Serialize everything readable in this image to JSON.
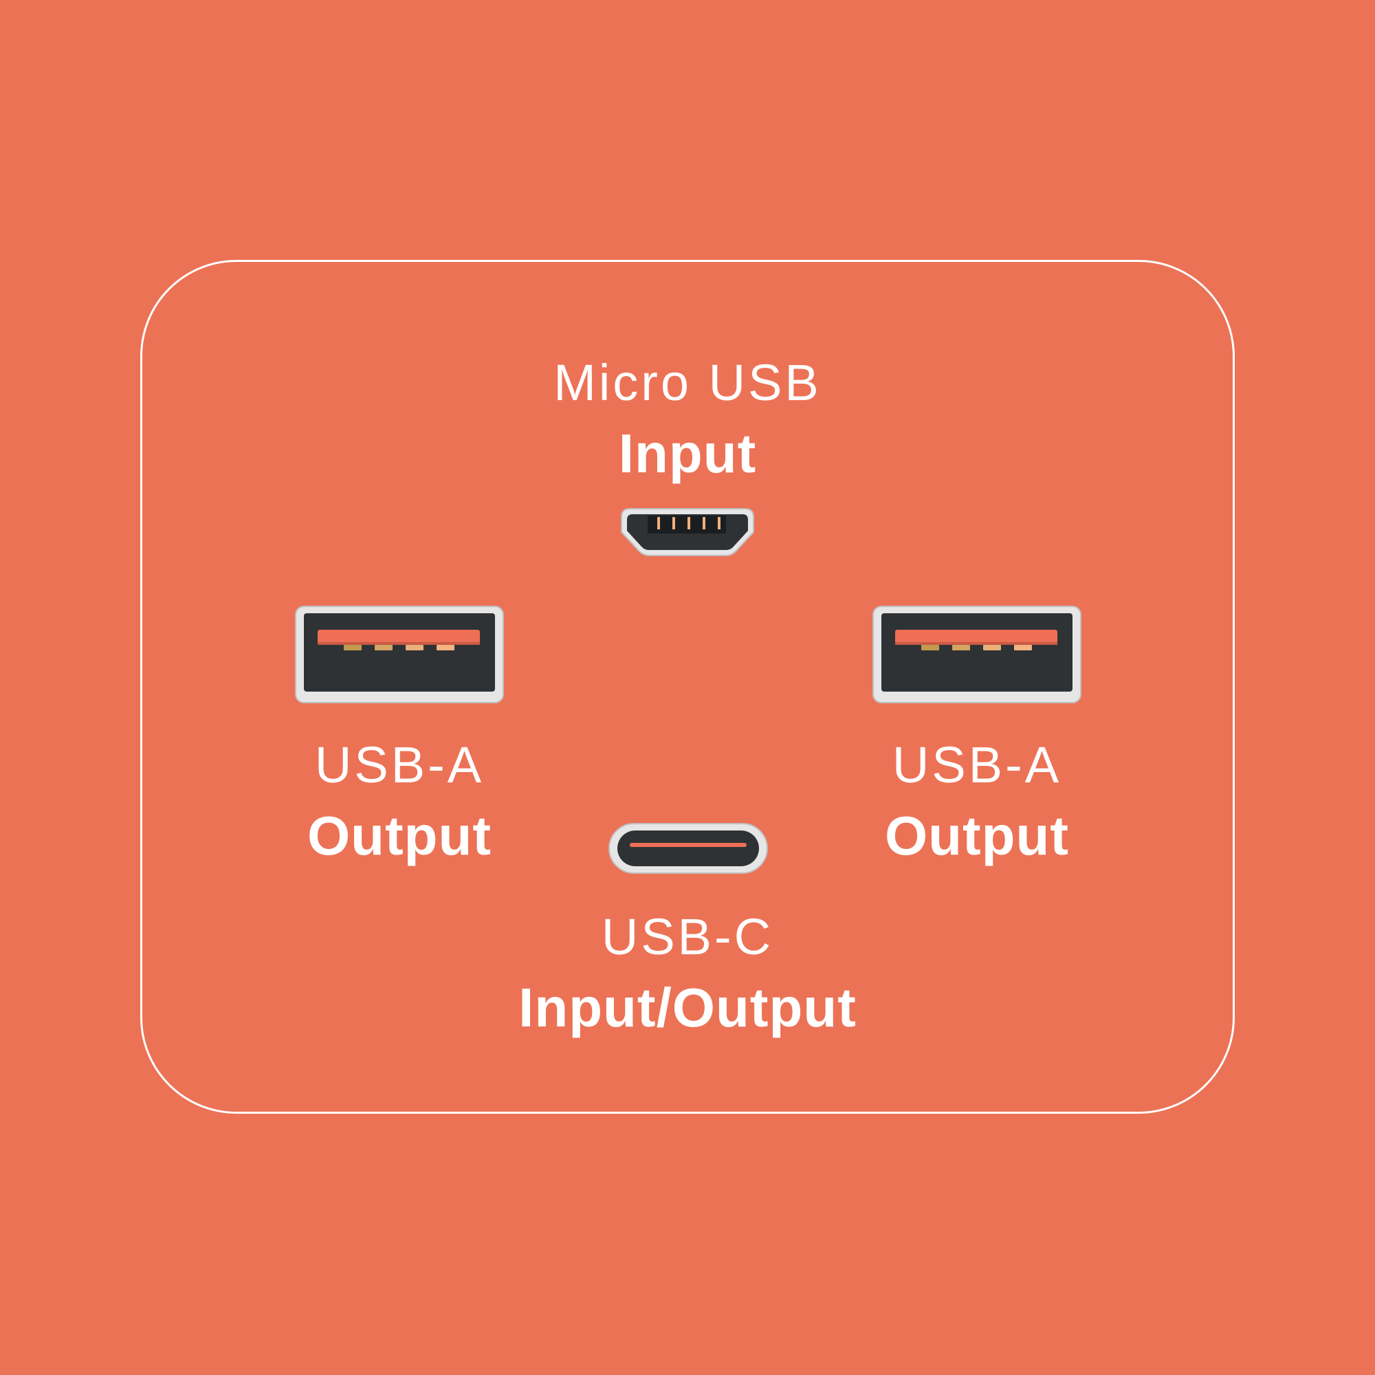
{
  "background_color": "#ec7256",
  "port_colors": {
    "shell": "#e6e6e6",
    "cavity": "#2e3235",
    "tongue": "#ee6f55",
    "pins": [
      "#c29a4f",
      "#d4a463",
      "#e8b07a",
      "#f3b383"
    ]
  },
  "ports": [
    {
      "id": "micro-usb",
      "type_label": "Micro USB",
      "role_label": "Input",
      "icon": "micro-usb-port-icon"
    },
    {
      "id": "usb-a-left",
      "type_label": "USB-A",
      "role_label": "Output",
      "icon": "usb-a-port-icon"
    },
    {
      "id": "usb-a-right",
      "type_label": "USB-A",
      "role_label": "Output",
      "icon": "usb-a-port-icon"
    },
    {
      "id": "usb-c",
      "type_label": "USB-C",
      "role_label": "Input/Output",
      "icon": "usb-c-port-icon"
    }
  ]
}
